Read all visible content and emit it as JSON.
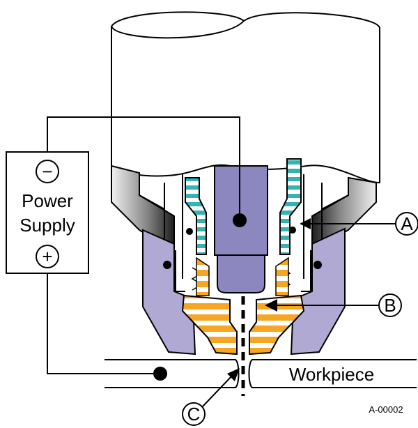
{
  "power_supply": {
    "negative_symbol": "−",
    "label_line1": "Power",
    "label_line2": "Supply",
    "positive_symbol": "+"
  },
  "workpiece_label": "Workpiece",
  "callouts": {
    "a": "A",
    "b": "B",
    "c": "C"
  },
  "figure_id": "A-00002",
  "colors": {
    "electrode": "#8c88bf",
    "nozzle_insulator": "#b0a9d3",
    "swirl_coil": "#34b3b0",
    "tip_stripes": "#f5a623",
    "shield_dark": "#3a3a3a",
    "outline": "#000000"
  }
}
